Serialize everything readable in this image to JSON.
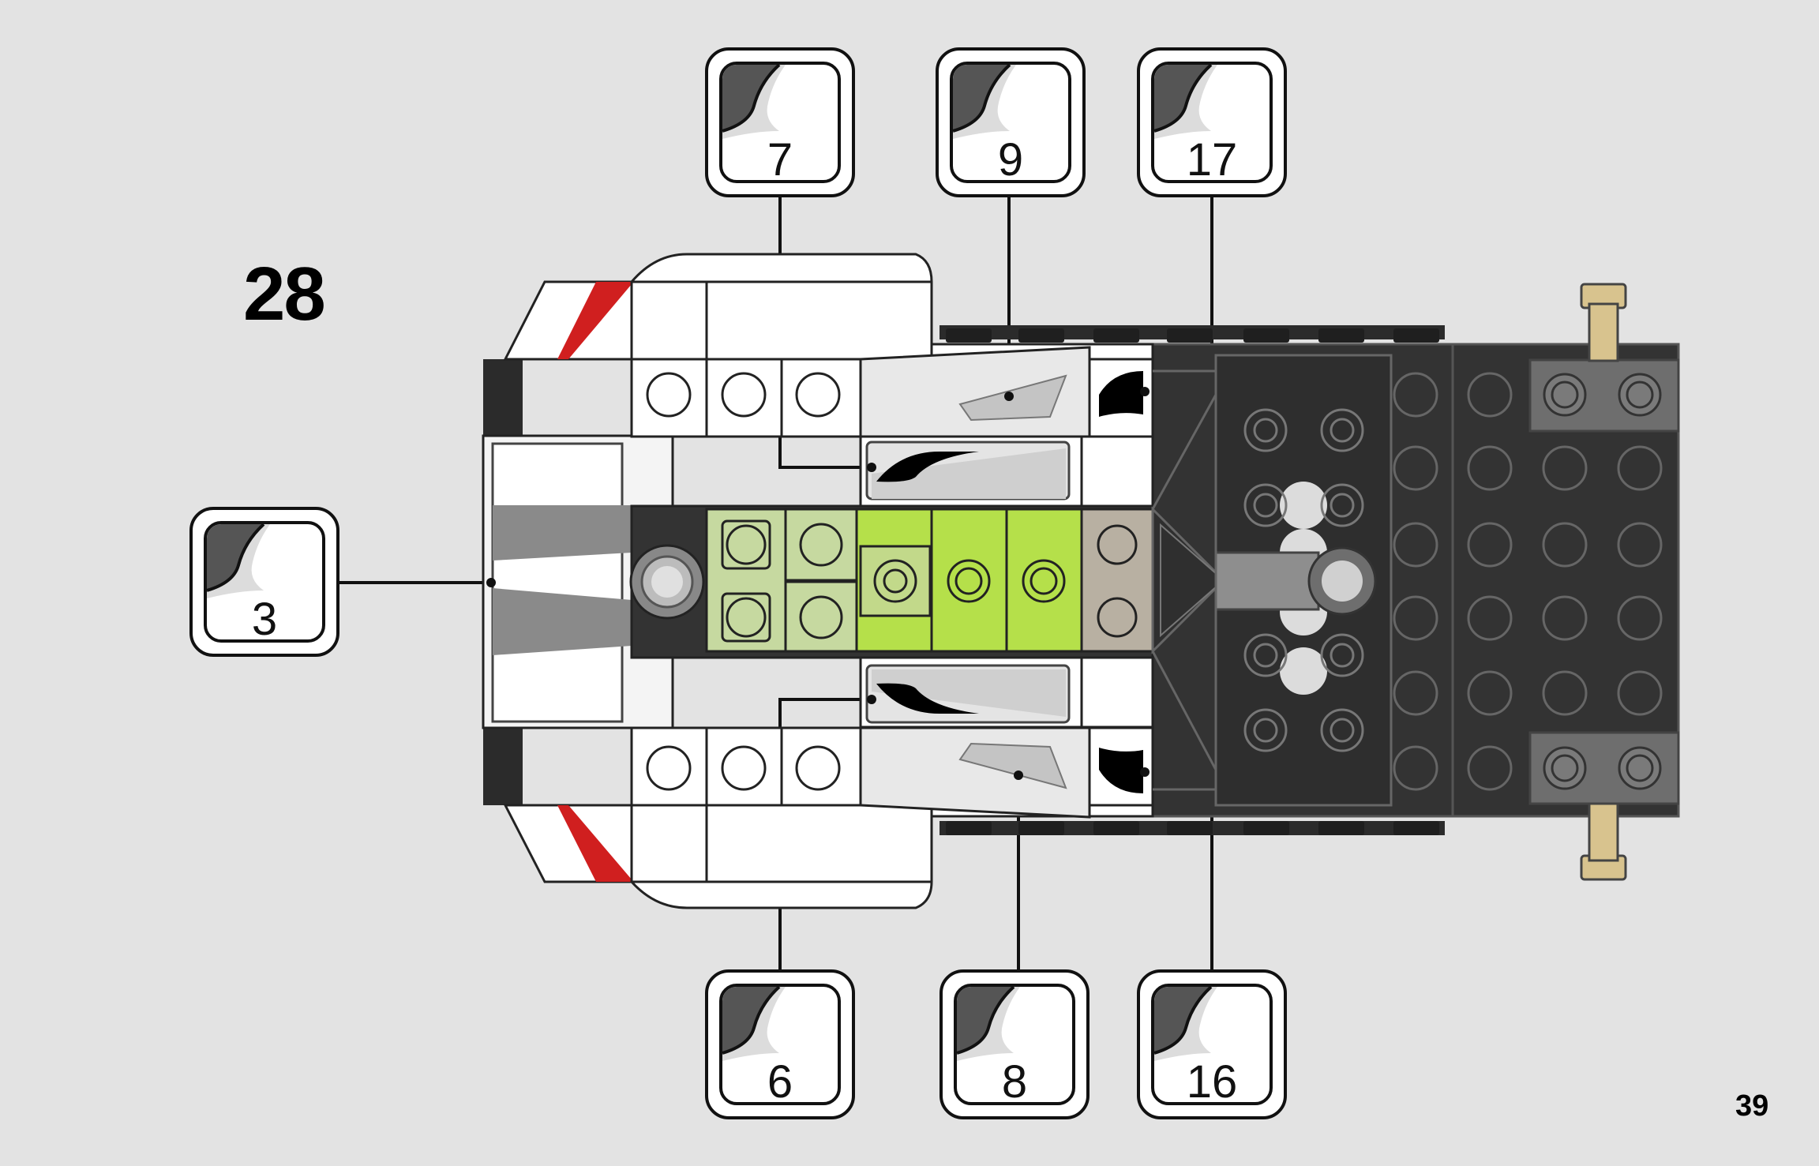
{
  "step_number": "28",
  "page_number": "39",
  "callouts": {
    "top_left": "7",
    "top_middle": "9",
    "top_right": "17",
    "left": "3",
    "bottom_left": "6",
    "bottom_middle": "8",
    "bottom_right": "16"
  },
  "colors": {
    "background": "#e3e3e3",
    "white_brick": "#ffffff",
    "black_brick": "#333333",
    "lime_brick": "#b5e04a",
    "red_accent": "#d01f1f",
    "tan_pin": "#d8c38e",
    "dark_gray": "#6e6e6e"
  },
  "icons": {
    "callout_icon": "sticker-curl-icon"
  }
}
